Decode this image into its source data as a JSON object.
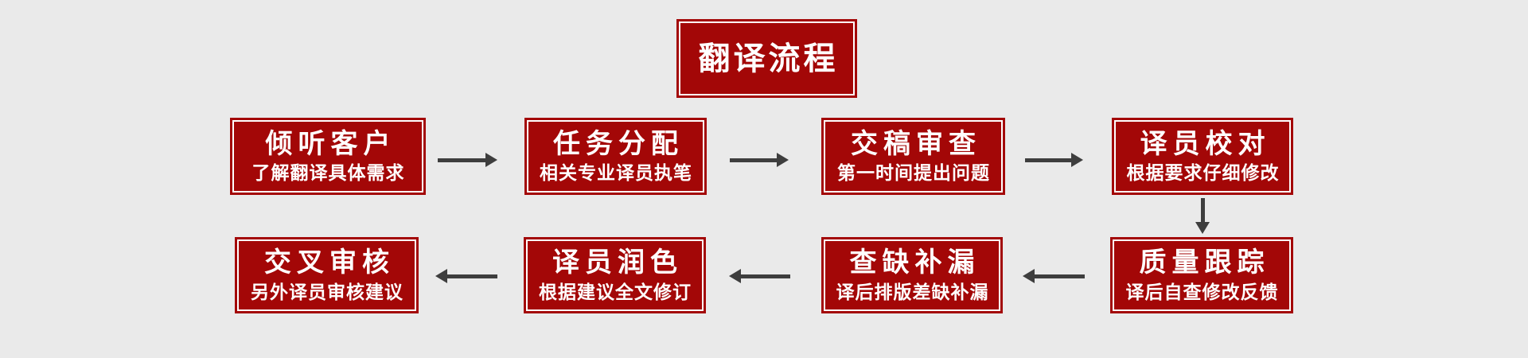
{
  "colors": {
    "box_red": "#A30707",
    "box_border_white": "#FFFFFF",
    "text_white": "#FFFFFF",
    "arrow_gray": "#3E3E3E",
    "page_bg": "#EAEAEA"
  },
  "flow": {
    "title": "翻译流程",
    "steps": [
      {
        "order": 1,
        "title": "倾听客户",
        "subtitle": "了解翻译具体需求"
      },
      {
        "order": 2,
        "title": "任务分配",
        "subtitle": "相关专业译员执笔"
      },
      {
        "order": 3,
        "title": "交稿审查",
        "subtitle": "第一时间提出问题"
      },
      {
        "order": 4,
        "title": "译员校对",
        "subtitle": "根据要求仔细修改"
      },
      {
        "order": 5,
        "title": "质量跟踪",
        "subtitle": "译后自查修改反馈"
      },
      {
        "order": 6,
        "title": "查缺补漏",
        "subtitle": "译后排版差缺补漏"
      },
      {
        "order": 7,
        "title": "译员润色",
        "subtitle": "根据建议全文修订"
      },
      {
        "order": 8,
        "title": "交叉审核",
        "subtitle": "另外译员审核建议"
      }
    ],
    "connections": [
      {
        "from": "倾听客户",
        "to": "任务分配",
        "direction": "right"
      },
      {
        "from": "任务分配",
        "to": "交稿审查",
        "direction": "right"
      },
      {
        "from": "交稿审查",
        "to": "译员校对",
        "direction": "right"
      },
      {
        "from": "译员校对",
        "to": "质量跟踪",
        "direction": "down"
      },
      {
        "from": "质量跟踪",
        "to": "查缺补漏",
        "direction": "left"
      },
      {
        "from": "查缺补漏",
        "to": "译员润色",
        "direction": "left"
      },
      {
        "from": "译员润色",
        "to": "交叉审核",
        "direction": "left"
      }
    ]
  }
}
